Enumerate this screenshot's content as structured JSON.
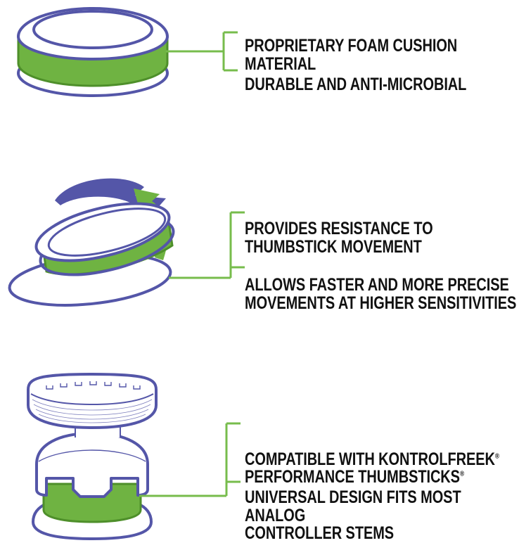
{
  "colors": {
    "grip_green": "#6FB342",
    "grip_green_dark": "#4E8F2A",
    "outline_purple": "#5456A8",
    "connector_green": "#77BC4C",
    "text_black": "#111111",
    "background": "#FFFFFF"
  },
  "features": [
    {
      "id": "foam-cushion",
      "illustration_name": "thumbstick-grip-top-view",
      "lines": [
        {
          "text": "PROPRIETARY FOAM CUSHION MATERIAL"
        },
        {
          "text": "DURABLE AND ANTI-MICROBIAL"
        }
      ]
    },
    {
      "id": "resistance",
      "illustration_name": "thumbstick-grip-tilted-with-rotation-arrows",
      "lines": [
        {
          "text": "PROVIDES RESISTANCE TO\nTHUMBSTICK MOVEMENT"
        },
        {
          "text": "ALLOWS FASTER AND MORE PRECISE\nMOVEMENTS AT HIGHER SENSITIVITIES"
        }
      ]
    },
    {
      "id": "compatibility",
      "illustration_name": "thumbstick-grip-cross-section-on-stem",
      "lines": [
        {
          "text": "COMPATIBLE WITH KONTROLFREEK",
          "sup": "®",
          "text2": "\nPERFORMANCE THUMBSTICKS",
          "sup2": "®"
        },
        {
          "text": "UNIVERSAL DESIGN FITS MOST ANALOG\nCONTROLLER STEMS"
        }
      ]
    }
  ]
}
